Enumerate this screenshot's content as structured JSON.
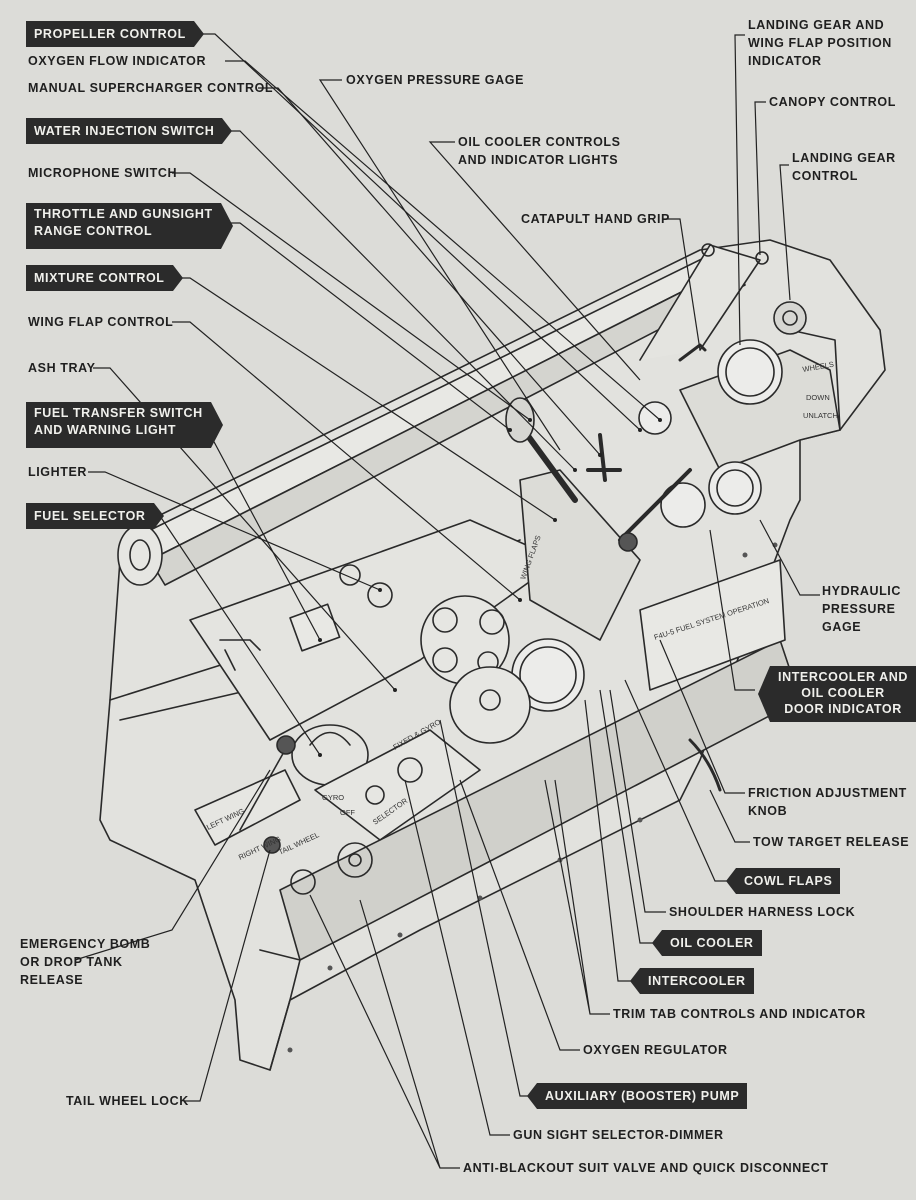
{
  "labels": {
    "propeller_control": "PROPELLER CONTROL",
    "oxygen_flow_indicator": "OXYGEN FLOW INDICATOR",
    "manual_supercharger_control": "MANUAL  SUPERCHARGER CONTROL",
    "water_injection_switch": "WATER INJECTION SWITCH",
    "microphone_switch": "MICROPHONE SWITCH",
    "throttle_gunsight": "THROTTLE AND GUNSIGHT\nRANGE CONTROL",
    "mixture_control": "MIXTURE CONTROL",
    "wing_flap_control": "WING FLAP CONTROL",
    "ash_tray": "ASH TRAY",
    "fuel_transfer_switch": "FUEL TRANSFER SWITCH\nAND WARNING LIGHT",
    "lighter": "LIGHTER",
    "fuel_selector": "FUEL SELECTOR",
    "emergency_bomb": "EMERGENCY BOMB\nOR DROP TANK\nRELEASE",
    "tail_wheel_lock": "TAIL WHEEL LOCK",
    "oxygen_pressure_gage": "OXYGEN PRESSURE GAGE",
    "oil_cooler_controls": "OIL COOLER CONTROLS\nAND INDICATOR LIGHTS",
    "catapult_hand_grip": "CATAPULT HAND GRIP",
    "landing_gear_wing_flap_indicator": "LANDING GEAR AND\nWING FLAP POSITION\nINDICATOR",
    "canopy_control": "CANOPY CONTROL",
    "landing_gear_control": "LANDING GEAR\nCONTROL",
    "hydraulic_pressure_gage": "HYDRAULIC\nPRESSURE\nGAGE",
    "intercooler_oil_cooler_door_indicator": "INTERCOOLER AND\nOIL COOLER\nDOOR INDICATOR",
    "friction_adjustment_knob": "FRICTION ADJUSTMENT\nKNOB",
    "tow_target_release": "TOW TARGET RELEASE",
    "cowl_flaps": "COWL FLAPS",
    "shoulder_harness_lock": "SHOULDER HARNESS LOCK",
    "oil_cooler": "OIL COOLER",
    "intercooler": "INTERCOOLER",
    "trim_tab_controls": "TRIM TAB CONTROLS AND INDICATOR",
    "oxygen_regulator": "OXYGEN REGULATOR",
    "auxiliary_pump": "AUXILIARY (BOOSTER) PUMP",
    "gun_sight_selector": "GUN SIGHT SELECTOR-DIMMER",
    "anti_blackout": "ANTI-BLACKOUT SUIT VALVE AND QUICK DISCONNECT"
  },
  "panel_text": {
    "fuel_system_placard": "F4U-5 FUEL SYSTEM OPERATION",
    "wing_flaps": "WING FLAPS",
    "wheels": "WHEELS",
    "down": "DOWN",
    "unlatch": "UNLATCH",
    "left_wing": "LEFT WING",
    "right_wing": "RIGHT WING",
    "tail_wheel": "TAIL WHEEL",
    "selector": "SELECTOR",
    "gyro": "GYRO",
    "off": "OFF",
    "fixed_gyro": "FIXED & GYRO"
  },
  "colors": {
    "label_box": "#2b2b2b",
    "label_text": "#f0f0ec",
    "paper": "#dcdcd8",
    "ink": "#1f1f1f"
  }
}
